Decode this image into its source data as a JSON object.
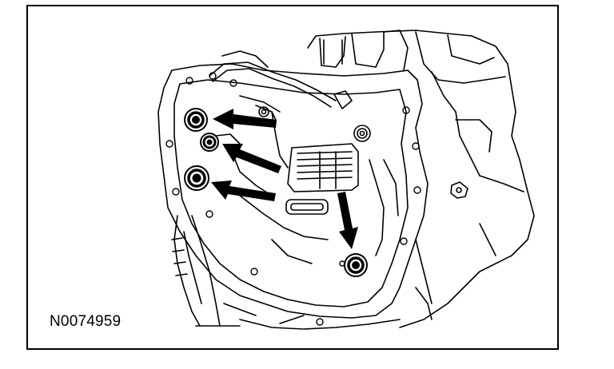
{
  "figure": {
    "reference_number": "N0074959",
    "line_color": "#000000",
    "background_color": "#ffffff",
    "subject": "valve-body-area",
    "callout_count": 4
  }
}
